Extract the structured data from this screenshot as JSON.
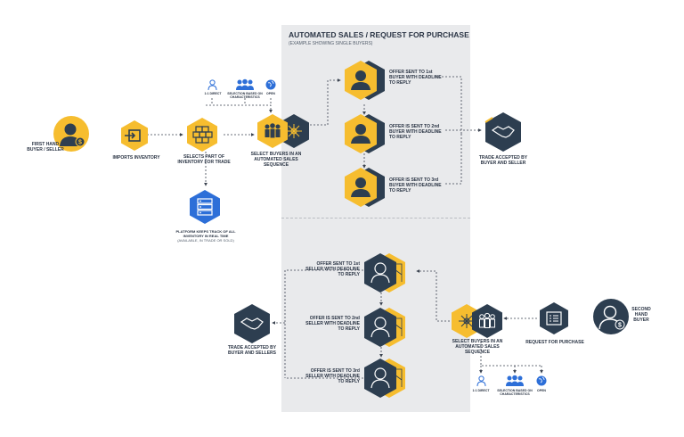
{
  "colors": {
    "yellow": "#f6bd2f",
    "navy": "#2d3e50",
    "blue": "#2d6fd8",
    "panel": "#e9eaec",
    "line": "#3b4350"
  },
  "header": {
    "title": "AUTOMATED SALES / REQUEST FOR PURCHASE",
    "subtitle": "(EXAMPLE SHOWING SINGLE BUYERS)"
  },
  "top": {
    "first_buyer": "FIRST HAND\nBUYER / SELLER",
    "imports_inventory": "IMPORTS INVENTORY",
    "selects_part": "SELECTS PART OF\nINVENTORY FOR TRADE",
    "select_buyers": "SELECT BUYERS IN AN\nAUTOMATED SALES\nSEQUENCE",
    "platform_tracks": "PLATFORM KEEPS TRACK OF ALL\nINVENTORY IN REAL TIME",
    "platform_tracks_note": "(AVAILABLE, IN TRADE OR SOLD)",
    "option_direct": "1:1 DIRECT",
    "option_selection": "SELECTION BASED ON\nCHARACTERISTICS",
    "option_open": "OPEN",
    "offer_1": "OFFER SENT TO 1st\nBUYER WITH DEADLINE\nTO REPLY",
    "offer_2": "OFFER IS SENT TO 2nd\nBUYER WITH DEADLINE\nTO REPLY",
    "offer_3": "OFFER IS SENT TO 3rd\nBUYER WITH DEADLINE\nTO REPLY",
    "trade_accepted": "TRADE ACCEPTED BY\nBUYER AND SELLER"
  },
  "bottom": {
    "offer_1": "OFFER SENT TO 1st\nSELLER WITH DEADLINE\nTO REPLY",
    "offer_2": "OFFER IS SENT TO 2nd\nSELLER WITH DEADLINE\nTO REPLY",
    "offer_3": "OFFER IS SENT TO 3rd\nSELLER WITH DEADLINE\nTO REPLY",
    "trade_accepted": "TRADE ACCEPTED BY\nBUYER AND SELLERS",
    "select_buyers": "SELECT BUYERS IN AN\nAUTOMATED SALES\nSEQUENCE",
    "request_purchase": "REQUEST FOR PURCHASE",
    "second_buyer": "SECOND\nHAND\nBUYER",
    "option_direct": "1:1 DIRECT",
    "option_selection": "SELECTION BASED ON\nCHARACTERISTICS",
    "option_open": "OPEN"
  }
}
